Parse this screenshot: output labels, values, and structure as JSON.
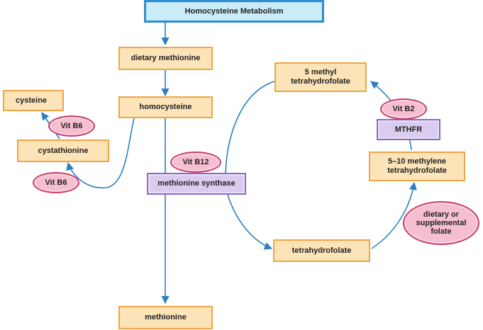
{
  "title": "Homocysteine Metabolism",
  "nodes": {
    "dietary_methionine": "dietary methionine",
    "homocysteine": "homocysteine",
    "cysteine": "cysteine",
    "cystathionine": "cystathionine",
    "methionine_synthase": "methionine synthase",
    "methionine": "methionine",
    "five_methyl_thf": "5 methyl\ntetrahydrofolate",
    "mthfr": "MTHFR",
    "five_ten_methylene_thf": "5–10 methylene\ntetrahydrofolate",
    "tetrahydrofolate": "tetrahydrofolate"
  },
  "cofactors": {
    "vit_b6_top": "Vit B6",
    "vit_b6_bottom": "Vit B6",
    "vit_b12": "Vit B12",
    "vit_b2": "Vit B2",
    "dietary_folate": "dietary or\nsupplemental\nfolate"
  },
  "colors": {
    "arrow": "#2d7fc1",
    "title_fill": "#c9ecf8",
    "title_border": "#2f8fd0",
    "node_fill": "#fde3b8",
    "node_border": "#f0a546",
    "enzyme_fill": "#d9ccee",
    "enzyme_border": "#8a6cc1",
    "cofactor_fill": "#f6bfd0",
    "cofactor_border": "#c73d6a"
  }
}
